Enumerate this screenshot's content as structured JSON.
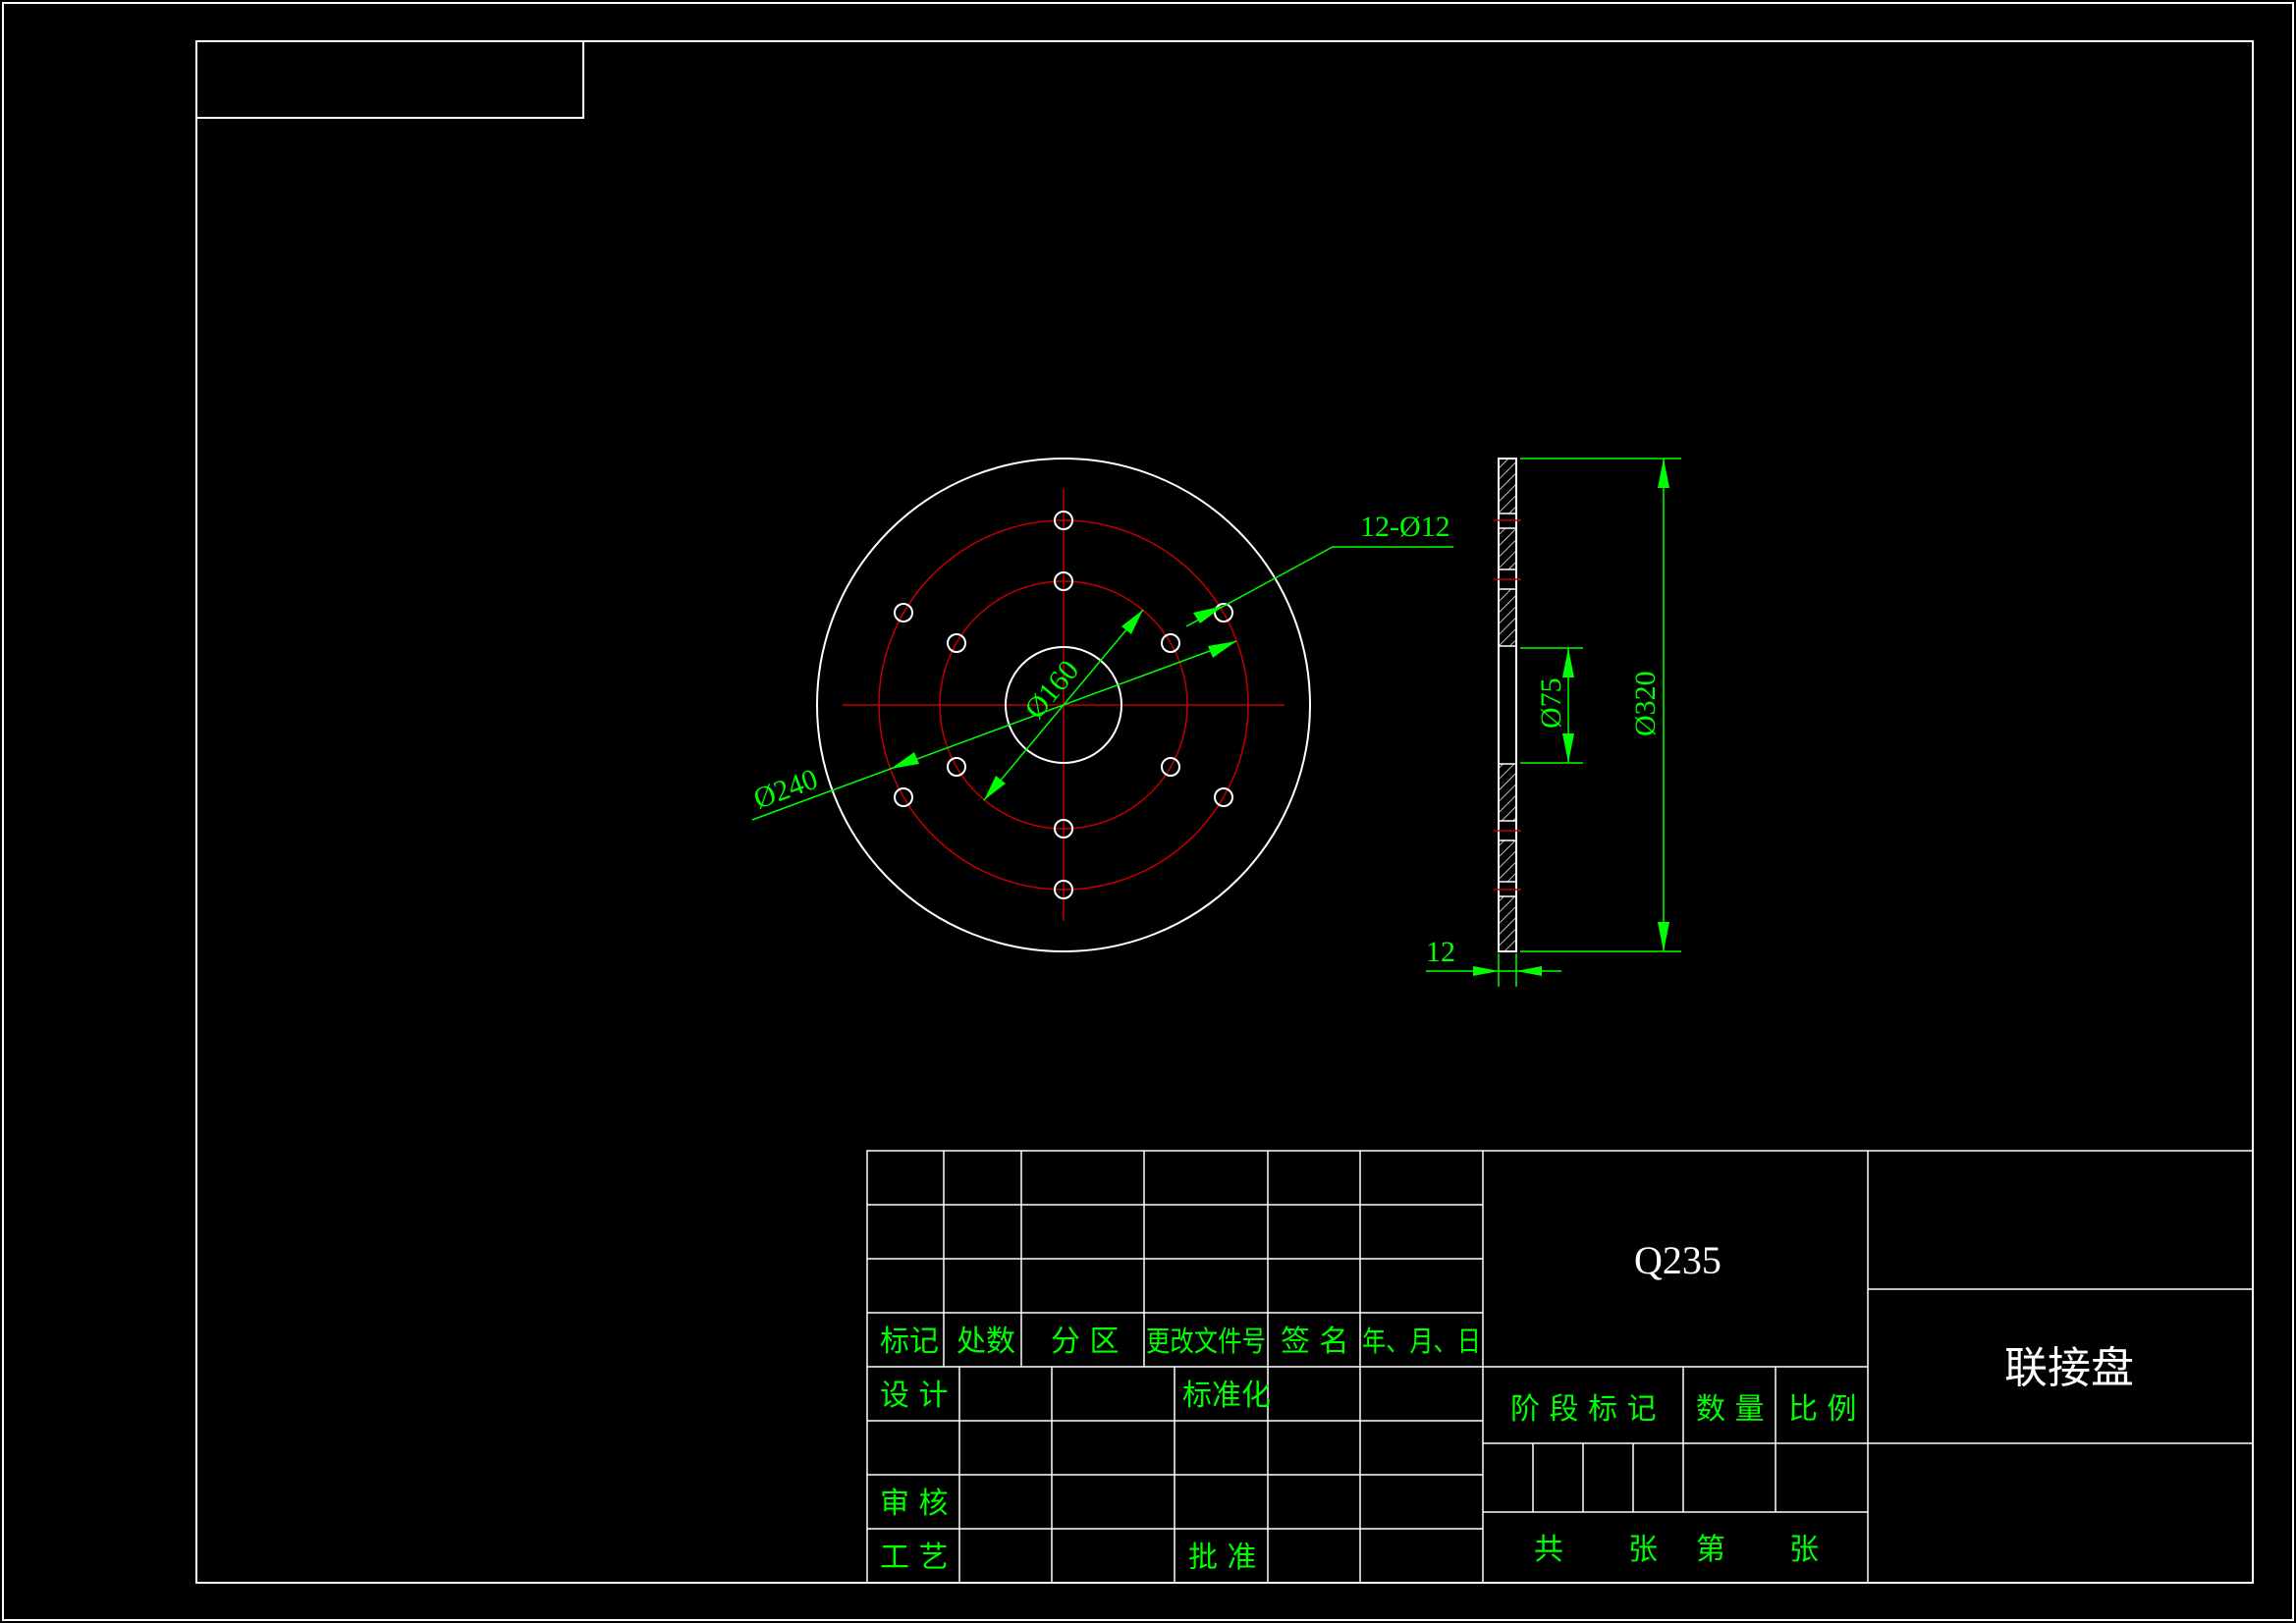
{
  "dimensions": {
    "bolt_holes": "12-Ø12",
    "bolt_circle_outer": "Ø240",
    "bolt_circle_inner": "Ø160",
    "bore": "Ø75",
    "outer_diameter": "Ø320",
    "thickness": "12"
  },
  "title_block": {
    "material": "Q235",
    "part_name": "联接盘",
    "headers": {
      "mark": "标记",
      "count": "处数",
      "zone": "分 区",
      "change_doc_no": "更改文件号",
      "signature": "签 名",
      "date": "年、月、日"
    },
    "rows": {
      "design": "设 计",
      "standardization": "标准化",
      "review": "审 核",
      "process": "工 艺",
      "approve": "批 准"
    },
    "stage_mark": "阶 段 标 记",
    "quantity": "数 量",
    "scale": "比 例",
    "total_sheets": "共",
    "sheets_unit": "张",
    "sheet_no": "第",
    "sheet_no_unit": "张"
  },
  "colors": {
    "background": "#000000",
    "outline": "#ffffff",
    "centerline": "#c00000",
    "dimension": "#00ff00"
  }
}
